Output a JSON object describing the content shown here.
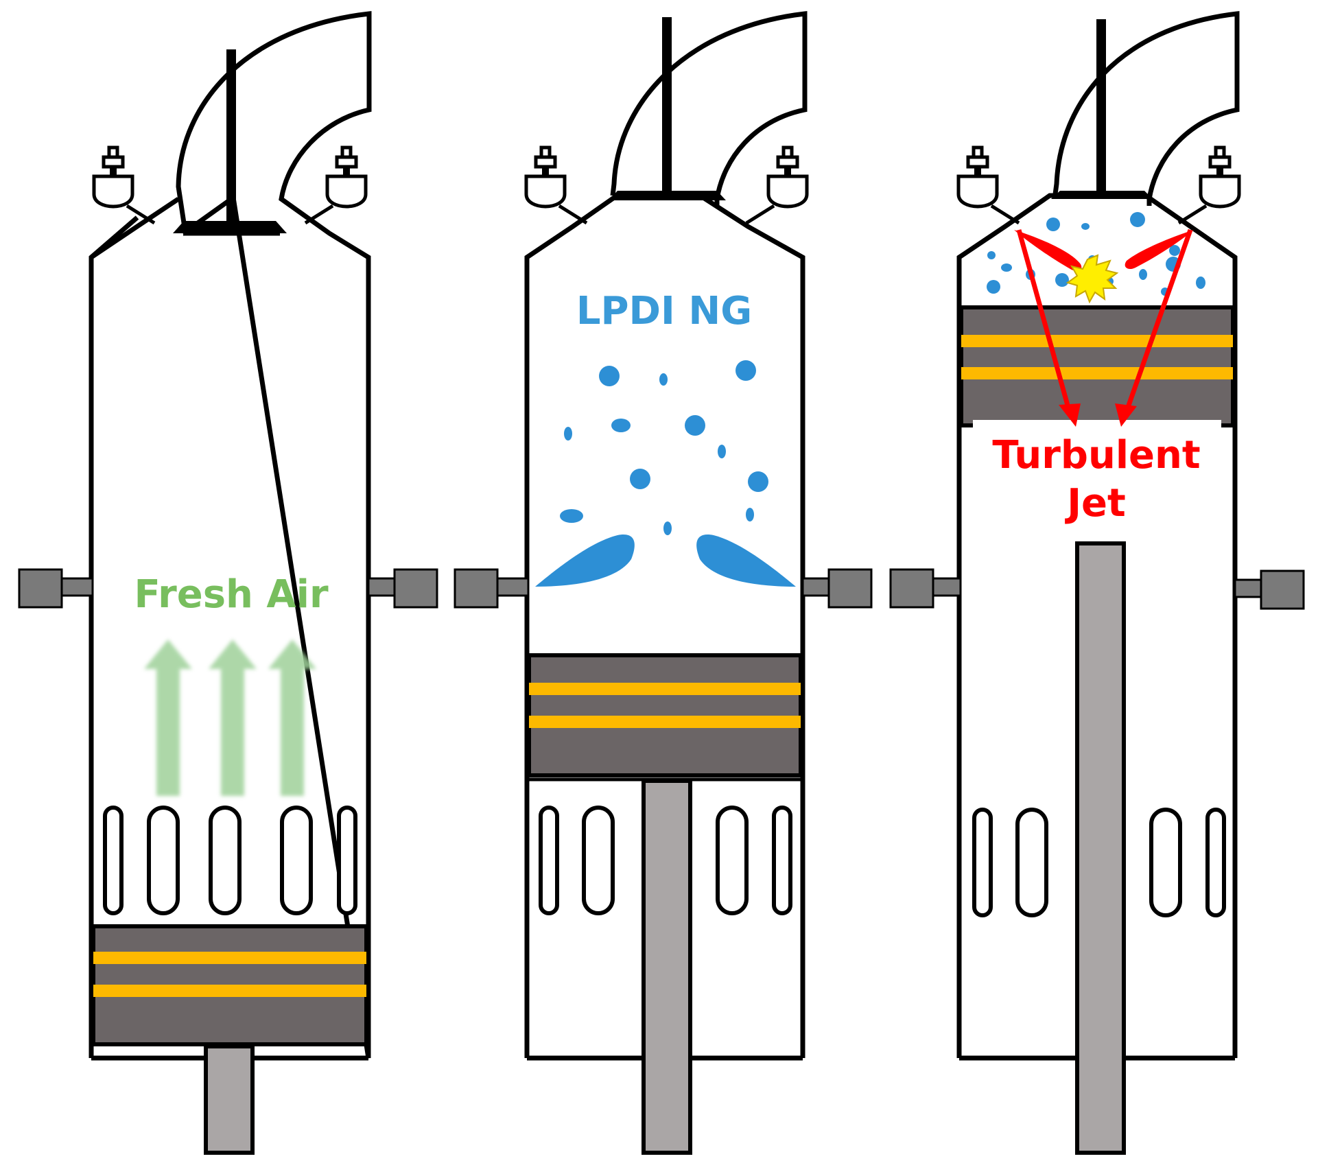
{
  "colors": {
    "outline": "#000000",
    "piston": "#6b6566",
    "ring": "#fdb900",
    "rod": "#aaa6a6",
    "injector": "#7a7a7a",
    "air": "#9fd19a",
    "air_text": "#78be5e",
    "fuel": "#2d8fd5",
    "fuel_text": "#3a9ad8",
    "jet": "#ff0000",
    "spark": "#ffee00"
  },
  "labels": {
    "fresh_air": "Fresh Air",
    "lpdi_ng": "LPDI NG",
    "turbulent_jet_line1": "Turbulent",
    "turbulent_jet_line2": "Jet"
  },
  "icons": {
    "intake_arrow": "up-arrow-icon",
    "injector": "injector-icon",
    "spark_plug": "spark-plug-icon",
    "ignition": "spark-burst-icon"
  },
  "stages": [
    {
      "piston_position": 0.9
    },
    {
      "piston_position": 0.5
    },
    {
      "piston_position": 0.0
    }
  ]
}
